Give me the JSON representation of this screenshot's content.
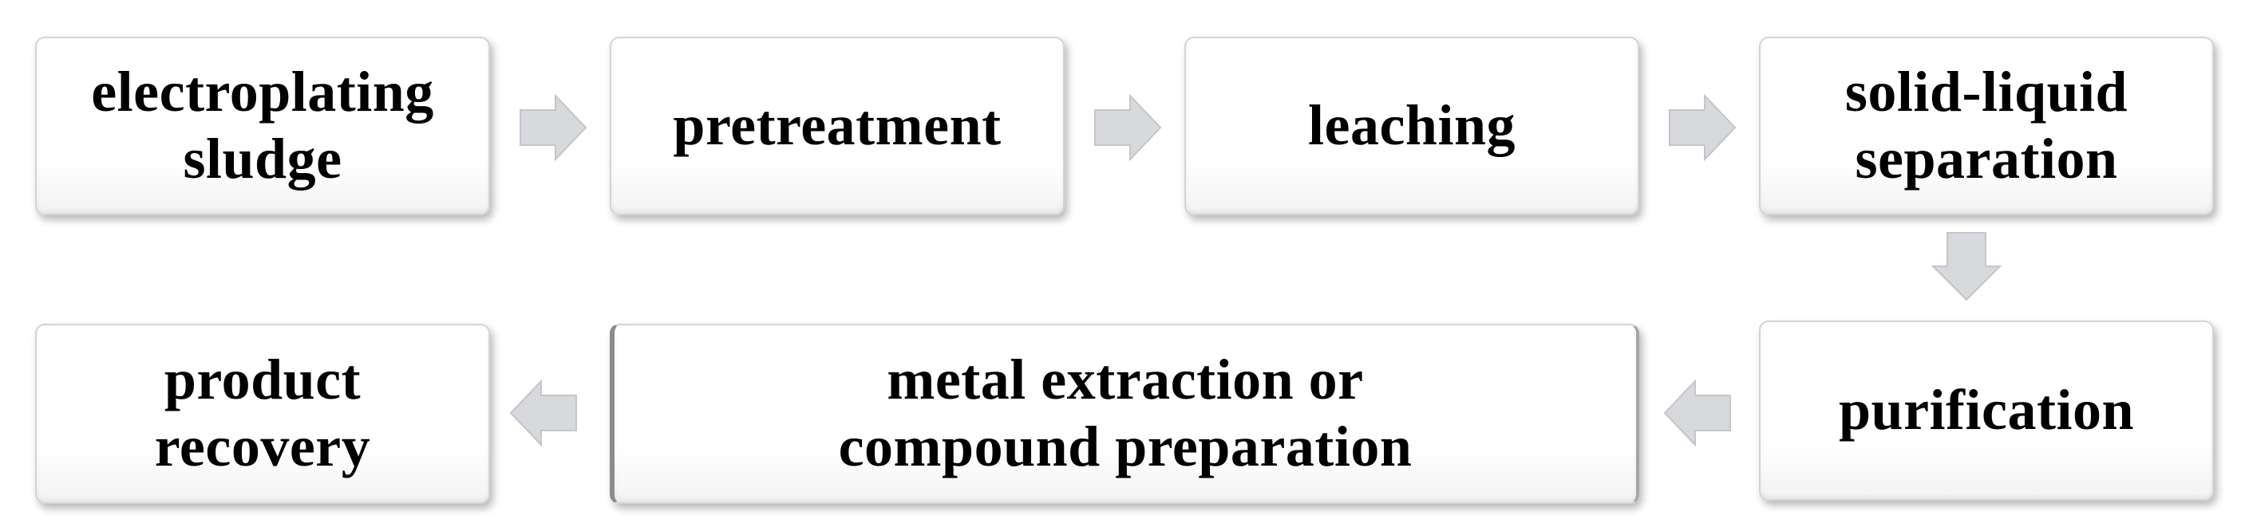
{
  "diagram": {
    "steps": [
      {
        "label": "electroplating\nsludge"
      },
      {
        "label": "pretreatment"
      },
      {
        "label": "leaching"
      },
      {
        "label": "solid-liquid\nseparation"
      },
      {
        "label": "purification"
      },
      {
        "label": "metal extraction or\ncompound preparation"
      },
      {
        "label": "product\nrecovery"
      }
    ],
    "arrow_color": "#d7d9dc",
    "arrow_stroke": "#c4c6ca"
  }
}
